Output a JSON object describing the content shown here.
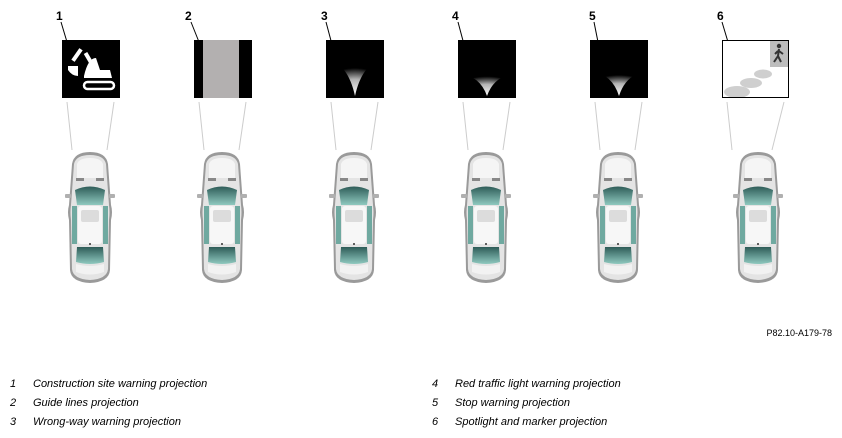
{
  "figure": {
    "panels": [
      {
        "number": "1",
        "projection_icon": "construction-site-warning-icon"
      },
      {
        "number": "2",
        "projection_icon": "guide-lines-icon"
      },
      {
        "number": "3",
        "projection_icon": "wrong-way-warning-icon"
      },
      {
        "number": "4",
        "projection_icon": "red-traffic-light-warning-icon"
      },
      {
        "number": "5",
        "projection_icon": "stop-warning-icon"
      },
      {
        "number": "6",
        "projection_icon": "spotlight-marker-icon"
      }
    ],
    "reference_code": "P82.10-A179-78"
  },
  "legend": [
    {
      "number": "1",
      "text": "Construction site warning projection"
    },
    {
      "number": "2",
      "text": "Guide lines projection"
    },
    {
      "number": "3",
      "text": "Wrong-way warning projection"
    },
    {
      "number": "4",
      "text": "Red traffic light warning projection"
    },
    {
      "number": "5",
      "text": "Stop warning projection"
    },
    {
      "number": "6",
      "text": "Spotlight and marker projection"
    }
  ]
}
